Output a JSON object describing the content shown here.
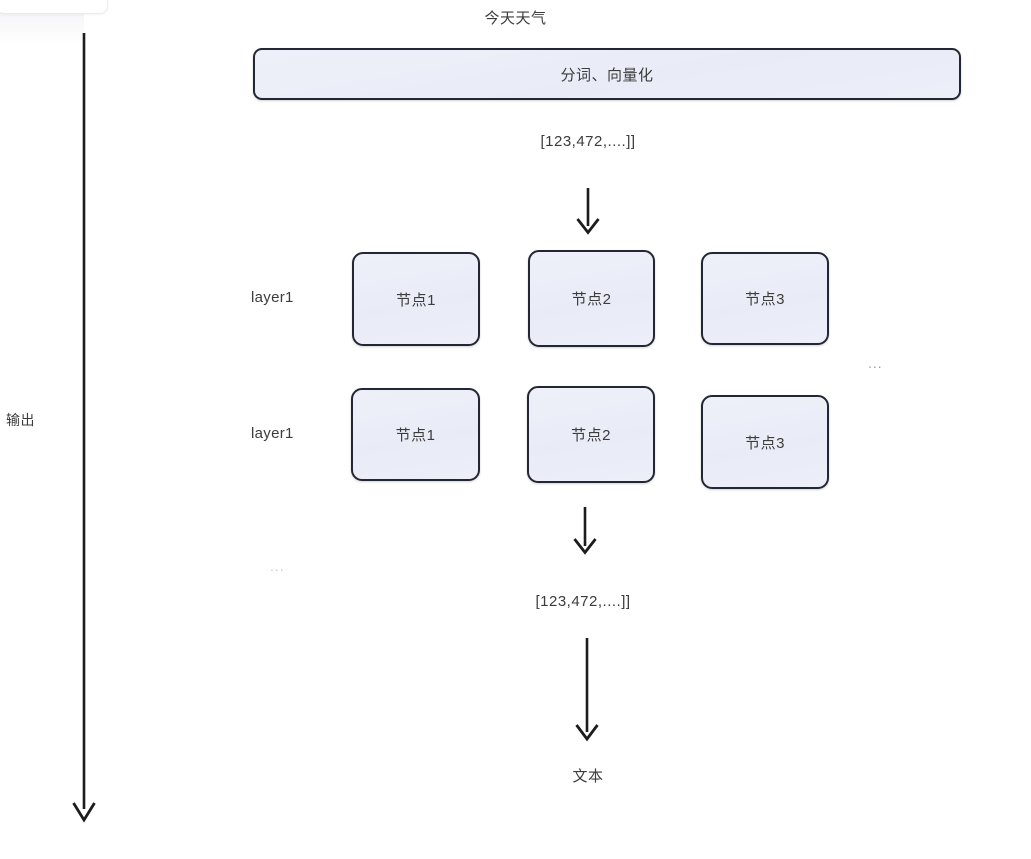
{
  "diagram": {
    "title": "今天天气",
    "pipeline": {
      "tokenize_box_label": "分词、向量化",
      "vector_top": "[123,472,....]]",
      "vector_bottom": "[123,472,....]]",
      "output_text": "文本"
    },
    "side": {
      "output_label": "输出"
    },
    "layers": [
      {
        "name": "layer1",
        "nodes": [
          "节点1",
          "节点2",
          "节点3"
        ],
        "ellipsis": "..."
      },
      {
        "name": "layer1",
        "nodes": [
          "节点1",
          "节点2",
          "节点3"
        ],
        "ellipsis": "..."
      }
    ],
    "arrows": [
      {
        "name": "arrow-tokenize-to-layer1",
        "direction": "down"
      },
      {
        "name": "arrow-layer2-to-vector",
        "direction": "down"
      },
      {
        "name": "arrow-vector-to-text",
        "direction": "down"
      },
      {
        "name": "arrow-output-timeline",
        "direction": "down"
      }
    ],
    "colors": {
      "box_fill": "#eceef8",
      "box_border": "#232733",
      "arrow": "#1c1c1c",
      "text": "#3c3c3c",
      "page_background": "#ffffff"
    }
  }
}
